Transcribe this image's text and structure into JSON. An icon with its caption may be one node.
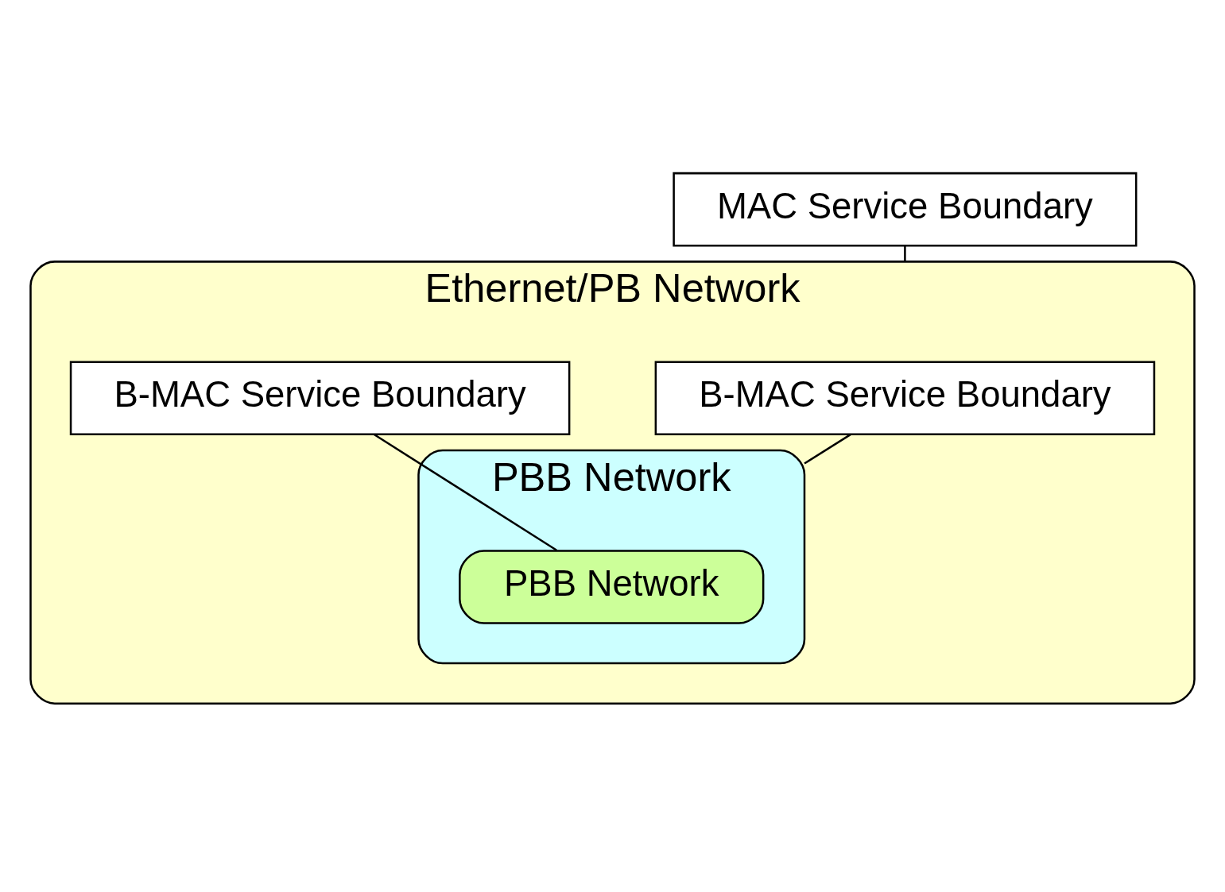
{
  "diagram": {
    "nodes": [
      {
        "text": [
          "MAC Service Boundary"
        ]
      },
      {
        "text": [
          "Ethernet/PB Network"
        ]
      },
      {
        "text": [
          "B-MAC Service Boundary"
        ],
        "in": 1
      },
      {
        "text": [
          "PBB Network"
        ],
        "in": 1
      },
      {
        "text": [
          "B-MAC Service Boundary"
        ],
        "in": 1
      },
      {
        "text": [
          "PBB Network"
        ],
        "in": 3
      }
    ],
    "edges": [
      {
        "from": 0,
        "to": 1,
        "arrow": "none"
      },
      {
        "from": 2,
        "to": 3,
        "arrow": "none"
      },
      {
        "from": 4,
        "to": 5,
        "arrow": "none"
      }
    ]
  }
}
